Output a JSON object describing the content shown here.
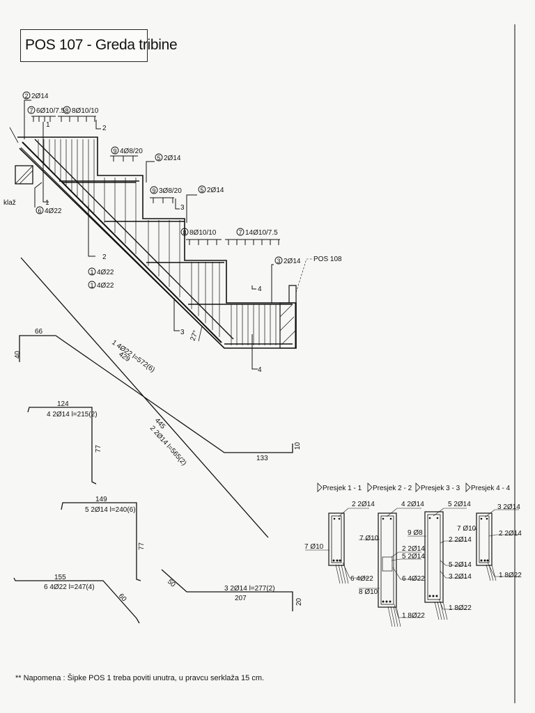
{
  "title": "POS 107 - Greda tribine",
  "note": "** Napomena : Šipke POS 1 treba poviti unutra, u pravcu serklaža 15 cm.",
  "elevation": {
    "klaz": "klaž",
    "pos108": "POS 108",
    "angle": "27°",
    "bars": {
      "b2_2014": "2",
      "b2_2014_text": "2Ø14",
      "b7_6010": "7",
      "b7_6010_text": "6Ø10/7.5",
      "b8_8010_top": "8",
      "b8_8010_top_text": "8Ø10/10",
      "b9_408": "9",
      "b9_408_text": "4Ø8/20",
      "b5_2014_a": "5",
      "b5_2014_a_text": "2Ø14",
      "b9_308": "9",
      "b9_308_text": "3Ø8/20",
      "b5_2014_b": "5",
      "b5_2014_b_text": "2Ø14",
      "b8_8010_mid": "8",
      "b8_8010_mid_text": "8Ø10/10",
      "b7_14010": "7",
      "b7_14010_text": "14Ø10/7.5",
      "b3_2014": "3",
      "b3_2014_text": "2Ø14",
      "b6_4022": "6",
      "b6_4022_text": "4Ø22",
      "b1_4022_a": "1",
      "b1_4022_a_text": "4Ø22",
      "b1_4022_b": "1",
      "b1_4022_b_text": "4Ø22"
    },
    "section_marks": [
      "1",
      "1",
      "2",
      "2",
      "3",
      "3",
      "4",
      "4"
    ]
  },
  "bar_shapes": {
    "bar1": {
      "top_len": "66",
      "hook": "40",
      "label": "1 4Ø22 l=572(6)",
      "diag": "429",
      "bottom": "133",
      "end": "10"
    },
    "bar2": {
      "label": "2 2Ø14 l=565(2)",
      "diag": "445"
    },
    "bar4": {
      "top": "124",
      "label": "4 2Ø14 l=215(2)",
      "side": "77"
    },
    "bar5": {
      "top": "149",
      "label": "5 2Ø14 l=240(6)",
      "side": "77"
    },
    "bar6": {
      "top": "155",
      "label": "6 4Ø22 l=247(4)",
      "diag": "60"
    },
    "bar3": {
      "left": "50",
      "label": "3 2Ø14 l=277(2)",
      "bottom": "207",
      "end": "20"
    }
  },
  "sections": [
    {
      "title": "Presjek 1 - 1",
      "labels": [
        "2 2Ø14",
        "7 Ø10",
        "6 4Ø22"
      ]
    },
    {
      "title": "Presjek 2 - 2",
      "labels": [
        "4 2Ø14",
        "7 Ø10",
        "2 2Ø14",
        "5 2Ø14",
        "6 4Ø22",
        "8 Ø10",
        "1 8Ø22"
      ]
    },
    {
      "title": "Presjek 3 - 3",
      "labels": [
        "5 2Ø14",
        "9 Ø8",
        "2 2Ø14",
        "5 2Ø14",
        "3 2Ø14",
        "1 8Ø22"
      ]
    },
    {
      "title": "Presjek 4 - 4",
      "labels": [
        "3 2Ø14",
        "7 Ø10",
        "2 2Ø14",
        "1 8Ø22"
      ]
    }
  ]
}
